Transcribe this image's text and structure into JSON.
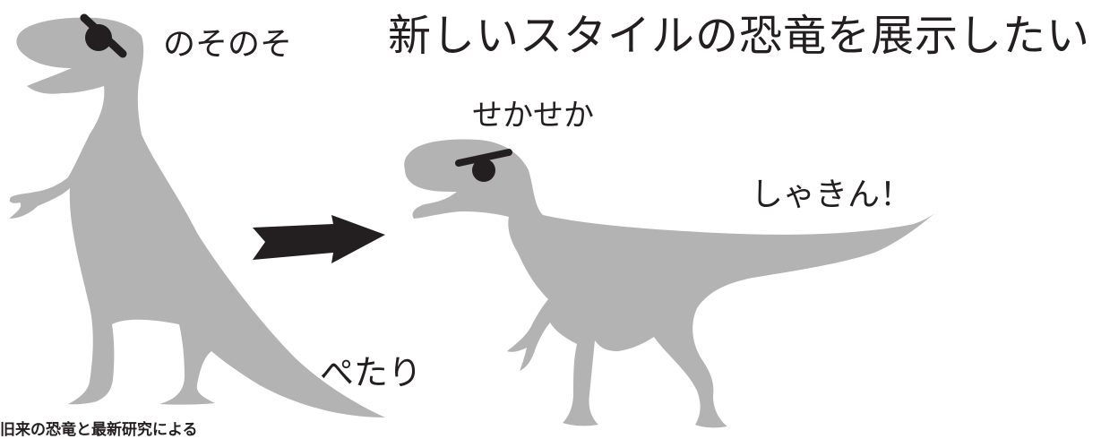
{
  "title": "新しいスタイルの恐竜を展示したい",
  "old_pose": {
    "onomatopoeia_head": "のそのそ",
    "onomatopoeia_tail": "ぺたり"
  },
  "new_pose": {
    "onomatopoeia_head": "せかせか",
    "onomatopoeia_tail": "しゃきん！"
  },
  "caption": "旧来の恐竜と最新研究による",
  "colors": {
    "silhouette": "#b3b3b3",
    "ink": "#231f20",
    "background": "#ffffff"
  }
}
